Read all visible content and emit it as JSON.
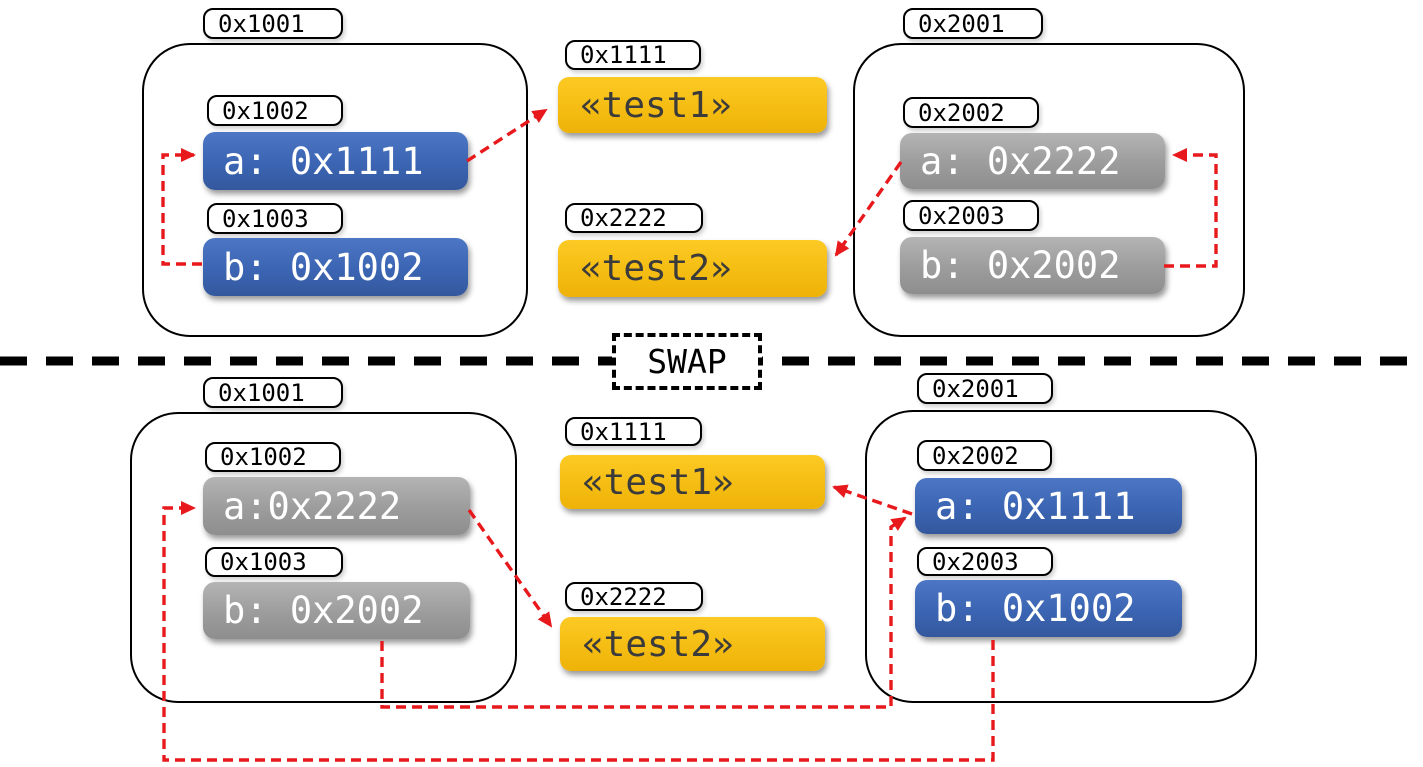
{
  "divider": {
    "label": "SWAP"
  },
  "colors": {
    "variable_blue": "#3b65b3",
    "variable_gray": "#9c9c9c",
    "string_yellow": "#f5bd13",
    "pointer_arrow_red": "#e8191c",
    "divider_black": "#000000"
  },
  "panels": {
    "before": {
      "frames": [
        {
          "address": "0x1001",
          "variables": [
            {
              "address": "0x1002",
              "text": "a: 0x1111",
              "style": "blue"
            },
            {
              "address": "0x1003",
              "text": "b: 0x1002",
              "style": "blue"
            }
          ]
        },
        {
          "address": "0x2001",
          "variables": [
            {
              "address": "0x2002",
              "text": "a: 0x2222",
              "style": "gray"
            },
            {
              "address": "0x2003",
              "text": "b: 0x2002",
              "style": "gray"
            }
          ]
        }
      ],
      "strings": [
        {
          "address": "0x1111",
          "text": "«test1»"
        },
        {
          "address": "0x2222",
          "text": "«test2»"
        }
      ],
      "arrows": [
        {
          "from": "a@0x1002",
          "to": "string@0x1111"
        },
        {
          "from": "b@0x1003",
          "to": "a@0x1002"
        },
        {
          "from": "a@0x2002",
          "to": "string@0x2222"
        },
        {
          "from": "b@0x2003",
          "to": "a@0x2002"
        }
      ]
    },
    "after": {
      "frames": [
        {
          "address": "0x1001",
          "variables": [
            {
              "address": "0x1002",
              "text": "a:0x2222",
              "style": "gray"
            },
            {
              "address": "0x1003",
              "text": "b: 0x2002",
              "style": "gray"
            }
          ]
        },
        {
          "address": "0x2001",
          "variables": [
            {
              "address": "0x2002",
              "text": "a: 0x1111",
              "style": "blue"
            },
            {
              "address": "0x2003",
              "text": "b: 0x1002",
              "style": "blue"
            }
          ]
        }
      ],
      "strings": [
        {
          "address": "0x1111",
          "text": "«test1»"
        },
        {
          "address": "0x2222",
          "text": "«test2»"
        }
      ],
      "arrows": [
        {
          "from": "a@0x1002",
          "to": "string@0x2222"
        },
        {
          "from": "b@0x1003",
          "to": "a@0x2002"
        },
        {
          "from": "a@0x2002",
          "to": "string@0x1111"
        },
        {
          "from": "b@0x2003",
          "to": "a@0x1002"
        }
      ]
    }
  }
}
